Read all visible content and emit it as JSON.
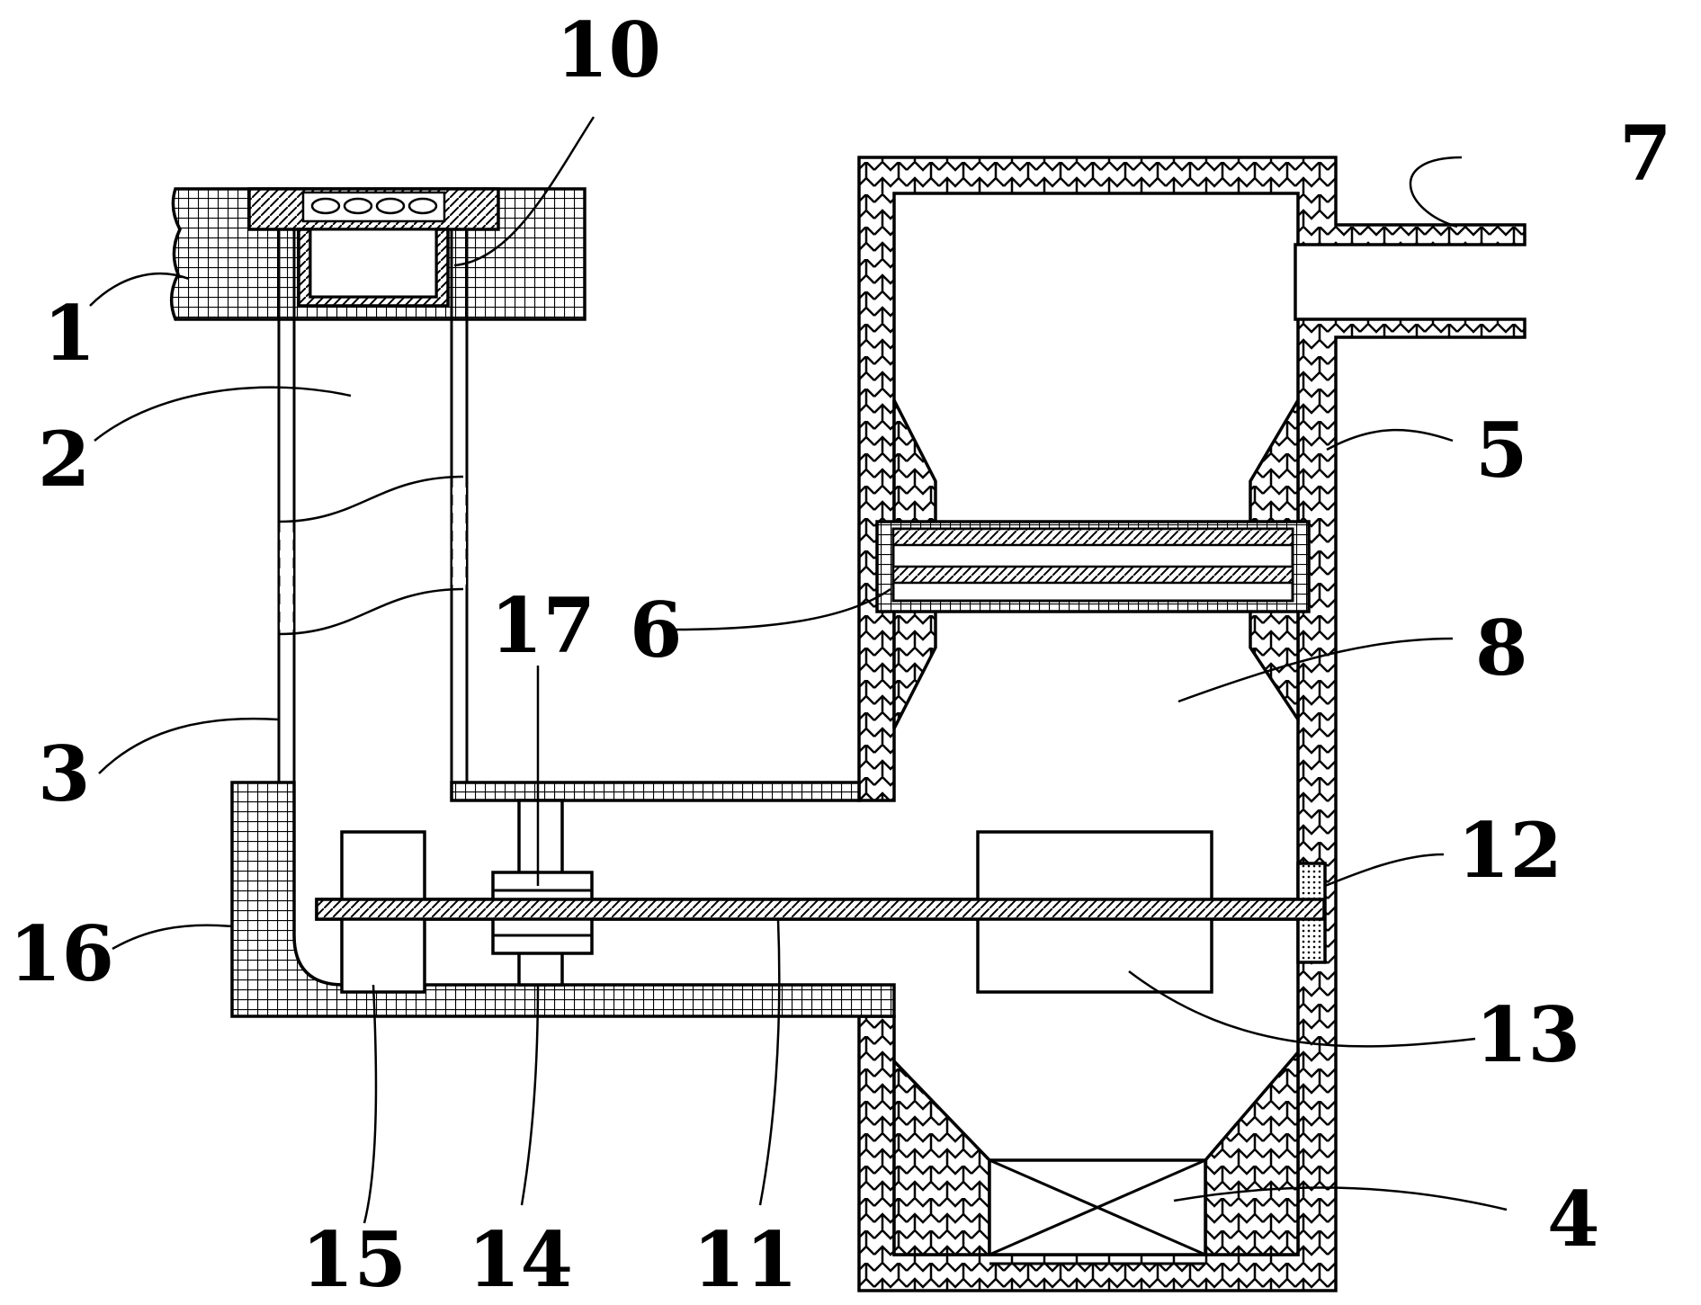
{
  "labels": {
    "l1": "1",
    "l2": "2",
    "l3": "3",
    "l4": "4",
    "l5": "5",
    "l6": "6",
    "l7": "7",
    "l8": "8",
    "l10": "10",
    "l11": "11",
    "l12": "12",
    "l13": "13",
    "l14": "14",
    "l15": "15",
    "l16": "16",
    "l17": "17"
  }
}
